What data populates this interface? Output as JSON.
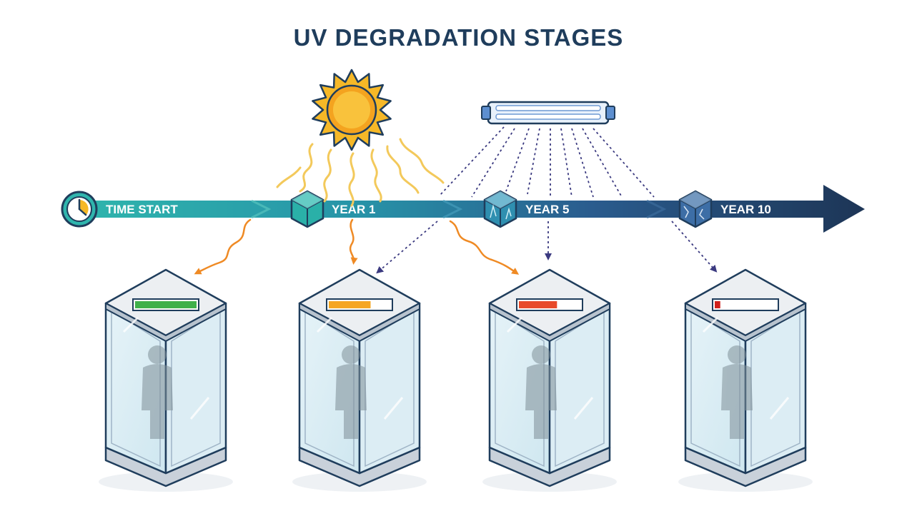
{
  "title": "UV DEGRADATION STAGES",
  "timeline": {
    "stages": [
      {
        "label": "TIME START",
        "icon": "clock-icon"
      },
      {
        "label": "YEAR 1",
        "icon": "clear-cube-icon"
      },
      {
        "label": "YEAR 5",
        "icon": "fogged-cube-icon"
      },
      {
        "label": "YEAR 10",
        "icon": "cracked-cube-icon"
      }
    ]
  },
  "light_sources": [
    {
      "name": "sun-icon"
    },
    {
      "name": "uv-lamp-icon"
    }
  ],
  "display_cases": [
    {
      "condition_level": 1.0,
      "bar_color": "#3fb04a"
    },
    {
      "condition_level": 0.68,
      "bar_color": "#f5a623"
    },
    {
      "condition_level": 0.62,
      "bar_color": "#e84a2a"
    },
    {
      "condition_level": 0.09,
      "bar_color": "#d0211c"
    }
  ],
  "colors": {
    "title": "#1f3d5c",
    "sun": "#f6b827",
    "sun_rays": "#f3c95b",
    "sun_arrows": "#ef8a24",
    "uv_rays": "#3b3a80"
  }
}
